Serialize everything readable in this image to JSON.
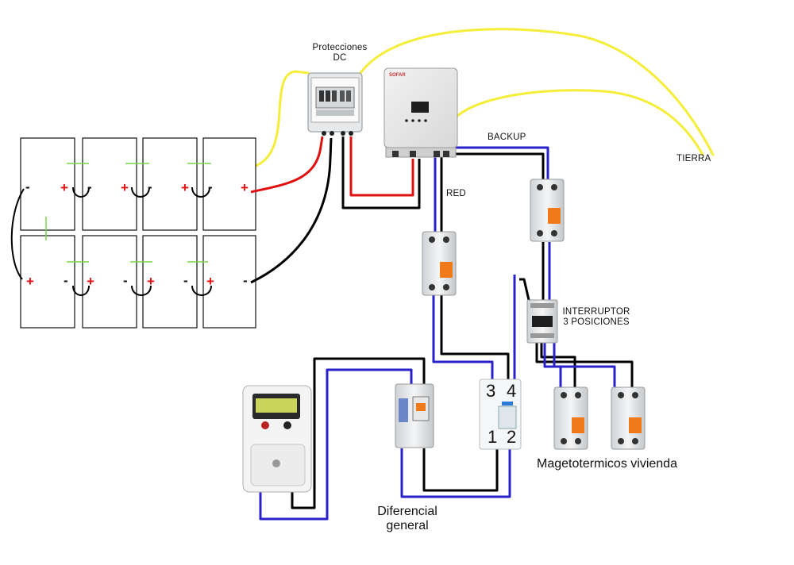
{
  "labels": {
    "protecciones_dc": [
      "Protecciones",
      "DC"
    ],
    "backup": "BACKUP",
    "tierra": "TIERRA",
    "red": "RED",
    "interruptor": [
      "INTERRUPTOR",
      "3 POSICIONES"
    ],
    "magnetotermicos": "Magetotermicos vivienda",
    "diferencial": [
      "Diferencial",
      "general"
    ],
    "relay_top": [
      "3",
      "4"
    ],
    "relay_bottom": [
      "1",
      "2"
    ]
  },
  "panels": {
    "top_row": [
      {
        "left": "-",
        "right": "+"
      },
      {
        "left": "-",
        "right": "+"
      },
      {
        "left": "-",
        "right": "+"
      },
      {
        "left": "-",
        "right": "+"
      }
    ],
    "bottom_row": [
      {
        "left": "+",
        "right": "-"
      },
      {
        "left": "+",
        "right": "-"
      },
      {
        "left": "+",
        "right": "-"
      },
      {
        "left": "+",
        "right": "-"
      }
    ]
  },
  "wire_colors": {
    "neutral": "#2a22c8",
    "phase": "#000000",
    "dc_positive": "#e01010",
    "dc_negative": "#000000",
    "earth": "#f4ee3a",
    "pos_symbol": "#e01010"
  }
}
